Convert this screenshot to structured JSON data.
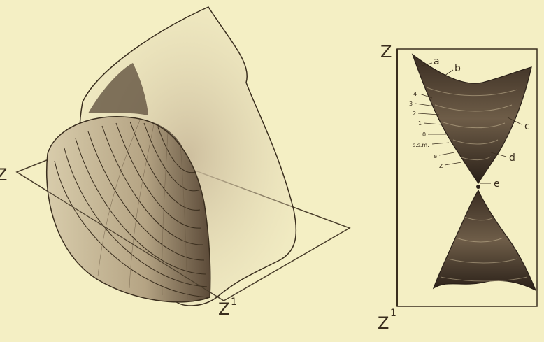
{
  "figure": {
    "left_drawing": {
      "axis_top_label": "Z",
      "axis_bottom_label": "Z",
      "axis_bottom_superscript": "1"
    },
    "right_drawing": {
      "axis_top_label": "Z",
      "axis_bottom_label": "Z",
      "axis_bottom_superscript": "1",
      "pointer_labels": [
        "a",
        "b",
        "c",
        "d",
        "e"
      ],
      "growth_line_labels": [
        "4",
        "3",
        "2",
        "1",
        "0",
        "s.s.m.",
        "e",
        "Z"
      ]
    },
    "colors": {
      "background": "#f4efc4",
      "ink": "#3a2e1e",
      "shell_dark": "#2a2018",
      "shell_mid": "#7a6a52"
    }
  }
}
